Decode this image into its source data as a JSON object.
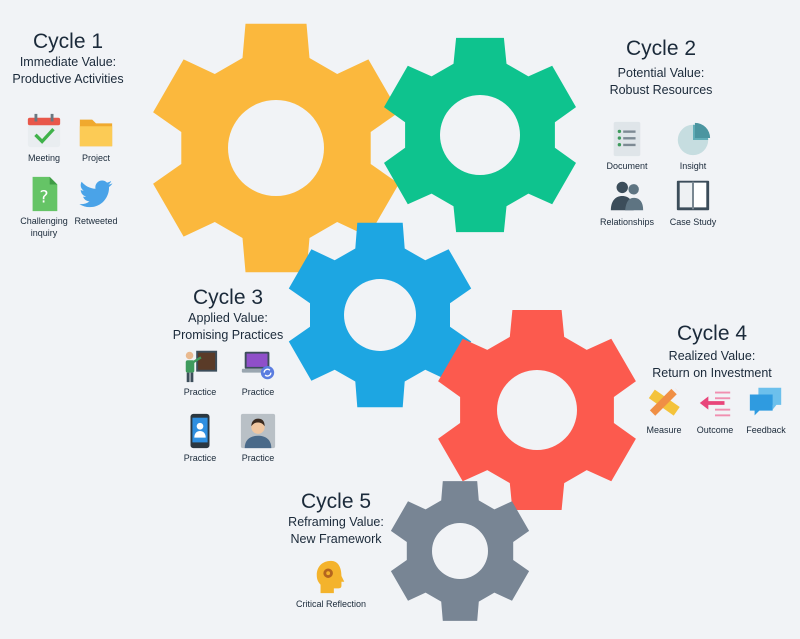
{
  "colors": {
    "background": "#f1f3f6",
    "gear_cycle1": "#fbb83d",
    "gear_cycle2": "#0ec38e",
    "gear_cycle3": "#1da6e2",
    "gear_cycle4": "#fc5a4e",
    "gear_cycle5": "#788594"
  },
  "cycles": [
    {
      "title": "Cycle 1",
      "line1": "Immediate Value:",
      "line2": "Productive Activities",
      "items": [
        {
          "label": "Meeting",
          "icon": "calendar-check-icon"
        },
        {
          "label": "Project",
          "icon": "folder-icon"
        },
        {
          "label": "Challenging",
          "label2": "inquiry",
          "icon": "question-document-icon"
        },
        {
          "label": "Retweeted",
          "icon": "twitter-bird-icon"
        }
      ]
    },
    {
      "title": "Cycle 2",
      "line1": "Potential Value:",
      "line2": "Robust Resources",
      "items": [
        {
          "label": "Document",
          "icon": "document-list-icon"
        },
        {
          "label": "Insight",
          "icon": "pie-chart-icon"
        },
        {
          "label": "Relationships",
          "icon": "people-icon"
        },
        {
          "label": "Case Study",
          "icon": "open-book-icon"
        }
      ]
    },
    {
      "title": "Cycle 3",
      "line1": "Applied Value:",
      "line2": "Promising Practices",
      "items": [
        {
          "label": "Practice",
          "icon": "teacher-board-icon"
        },
        {
          "label": "Practice",
          "icon": "laptop-sync-icon"
        },
        {
          "label": "Practice",
          "icon": "mobile-user-icon"
        },
        {
          "label": "Practice",
          "icon": "user-portrait-icon"
        }
      ]
    },
    {
      "title": "Cycle 4",
      "line1": "Realized Value:",
      "line2": "Return on Investment",
      "items": [
        {
          "label": "Measure",
          "icon": "ruler-pencil-icon"
        },
        {
          "label": "Outcome",
          "icon": "arrow-list-icon"
        },
        {
          "label": "Feedback",
          "icon": "chat-bubbles-icon"
        }
      ]
    },
    {
      "title": "Cycle 5",
      "line1": "Reframing Value:",
      "line2": "New Framework",
      "items": [
        {
          "label": "Critical Reflection",
          "icon": "head-gear-icon"
        }
      ]
    }
  ]
}
